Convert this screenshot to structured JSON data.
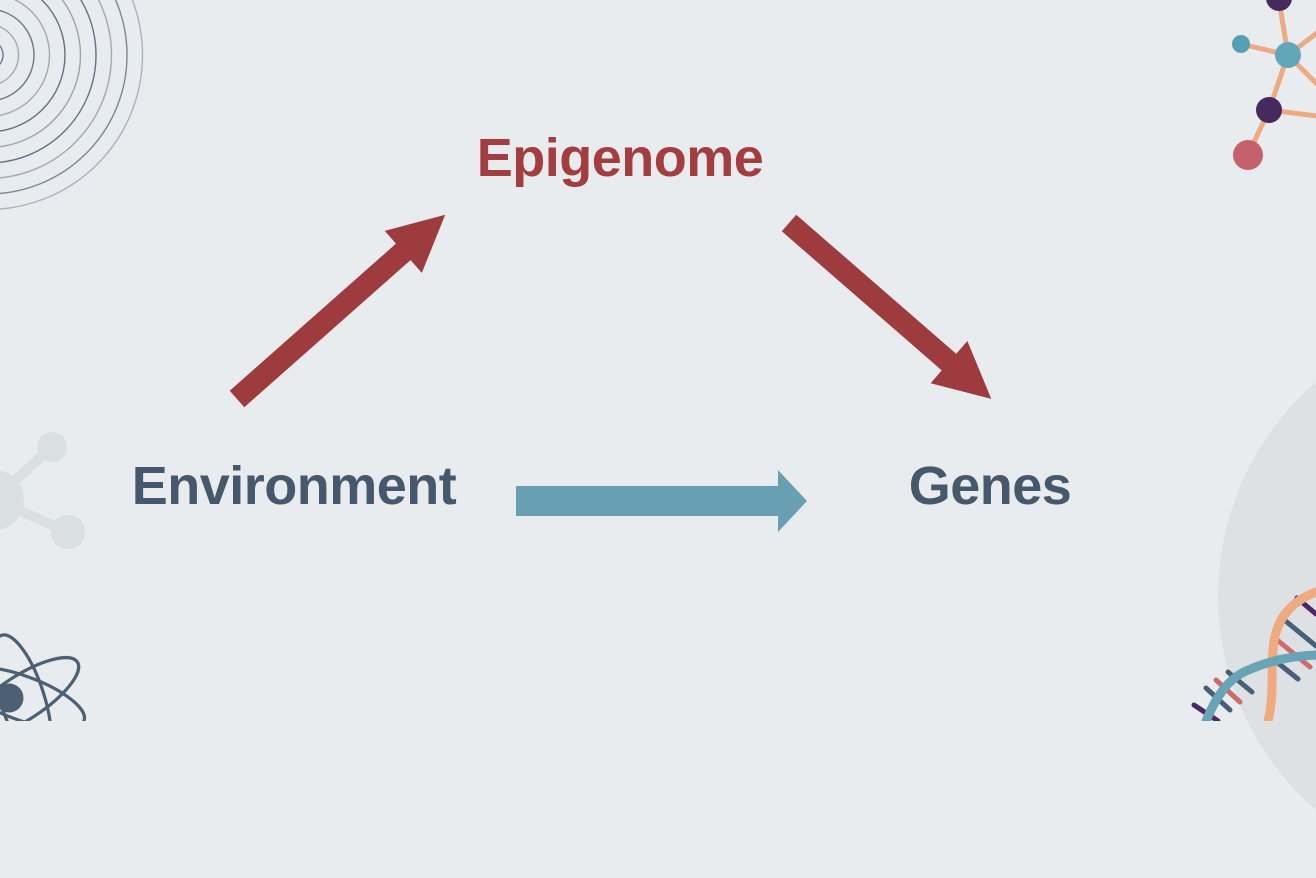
{
  "diagram": {
    "nodes": [
      {
        "id": "epigenome",
        "label": "Epigenome"
      },
      {
        "id": "environment",
        "label": "Environment"
      },
      {
        "id": "genes",
        "label": "Genes"
      }
    ],
    "edges": [
      {
        "from": "environment",
        "to": "epigenome",
        "style": "red-diagonal-arrow-up"
      },
      {
        "from": "epigenome",
        "to": "genes",
        "style": "red-diagonal-arrow-down"
      },
      {
        "from": "environment",
        "to": "genes",
        "style": "teal-horizontal-arrow"
      }
    ]
  },
  "colors": {
    "background": "#e8ecee",
    "arrow_red": "#9e3b3e",
    "arrow_teal": "#689fb3",
    "text_red": "#a33d40",
    "text_slate": "#46586c",
    "circle_gray": "#dde1e4",
    "faint_gray": "#dadfe2",
    "ring_slate": "#4a5c70",
    "atom_slate": "#4d5f72",
    "molecule_line_orange": "#ecab82",
    "node_purple": "#462a5e",
    "node_teal": "#64a6b9",
    "node_small_teal": "#55a0b5",
    "node_red": "#c5616c",
    "dna_orange": "#f0aa80",
    "dna_teal": "#68a4b6",
    "dna_rung_purple": "#4b2766",
    "dna_rung_slate": "#46607a",
    "dna_rung_red": "#cb6b6b"
  },
  "decorations": {
    "top_left": "concentric-circles",
    "top_right": "molecule-network",
    "middle_left": "faint-molecule",
    "bottom_left": "atom-orbits",
    "bottom_right": "dna-helix",
    "right": "large-gray-circle"
  }
}
